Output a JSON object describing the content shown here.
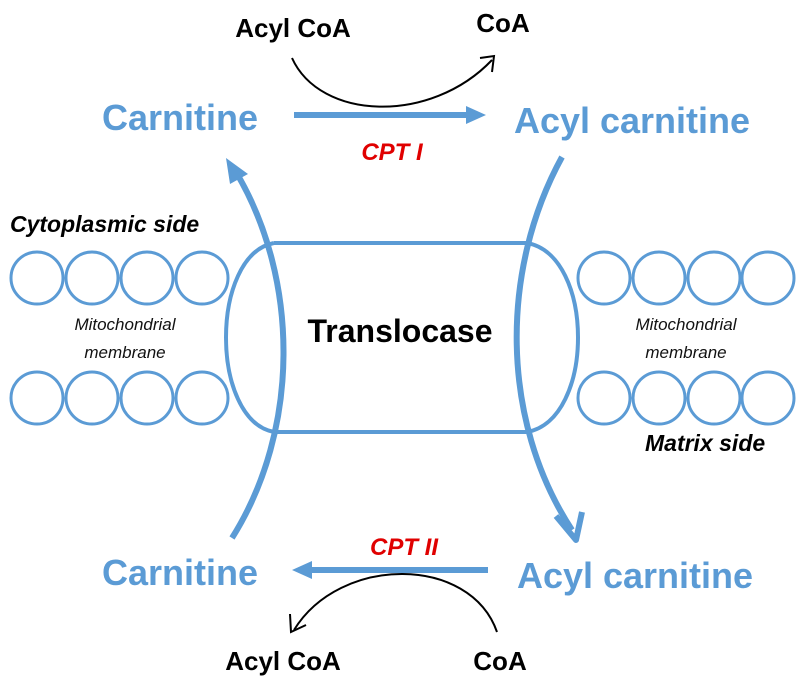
{
  "colors": {
    "membrane_blue": "#5b9bd5",
    "enzyme_red": "#e00000",
    "text_black": "#000000"
  },
  "top_reaction": {
    "substrate": "Carnitine",
    "product": "Acyl carnitine",
    "cofactor_in": "Acyl CoA",
    "cofactor_out": "CoA",
    "enzyme": "CPT I"
  },
  "bottom_reaction": {
    "substrate": "Acyl carnitine",
    "product": "Carnitine",
    "cofactor_in": "CoA",
    "cofactor_out": "Acyl CoA",
    "enzyme": "CPT II"
  },
  "membrane": {
    "left_label_line1": "Mitochondrial",
    "left_label_line2": "membrane",
    "right_label_line1": "Mitochondrial",
    "right_label_line2": "membrane"
  },
  "sides": {
    "cytoplasmic": "Cytoplasmic side",
    "matrix": "Matrix side"
  },
  "transporter": {
    "label": "Translocase"
  }
}
